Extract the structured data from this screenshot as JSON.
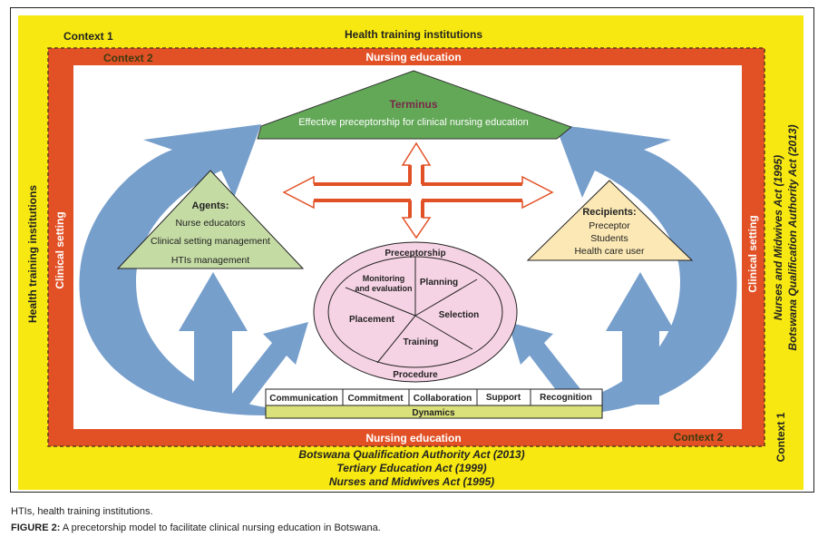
{
  "context1": {
    "label": "Context 1",
    "top_label": "Health training institutions",
    "left_label": "Health training institutions",
    "right_label_line1": "Nurses and Midwives Act (1995)",
    "right_label_line2": "Botswana Qualification Authority Act (2013)",
    "bottom_lines": [
      "Botswana Qualification Authority Act (2013)",
      "Tertiary Education Act (1999)",
      "Nurses and Midwives Act (1995)"
    ],
    "color": "#f7e811"
  },
  "context2": {
    "label": "Context 2",
    "top_label": "Nursing education",
    "bottom_label": "Nursing education",
    "left_label": "Clinical setting",
    "right_label": "Clinical setting",
    "color": "#e25126"
  },
  "terminus": {
    "title": "Terminus",
    "text": "Effective preceptorship for clinical nursing education",
    "color": "#62a857"
  },
  "agents": {
    "title": "Agents:",
    "items": [
      "Nurse educators",
      "Clinical setting management",
      "HTIs management"
    ],
    "color": "#c4dba4"
  },
  "recipients": {
    "title": "Recipients:",
    "items": [
      "Preceptor",
      "Students",
      "Health care user"
    ],
    "color": "#fbe8b4"
  },
  "procedure": {
    "top_label": "Preceptorship",
    "bottom_label": "Procedure",
    "segments": [
      "Monitoring",
      "and evaluation",
      "Planning",
      "Selection",
      "Training",
      "Placement"
    ],
    "color": "#f6d3e4"
  },
  "dynamics": {
    "items": [
      "Communication",
      "Commitment",
      "Collaboration",
      "Support",
      "Recognition"
    ],
    "label": "Dynamics",
    "color": "#dbe17a"
  },
  "arrows": {
    "flow_color": "#779fcc",
    "cross_color": "#e25126"
  },
  "footnote": "HTIs, health training institutions.",
  "caption": {
    "label": "FIGURE 2:",
    "text": " A precetorship model to facilitate clinical nursing education in Botswana."
  }
}
